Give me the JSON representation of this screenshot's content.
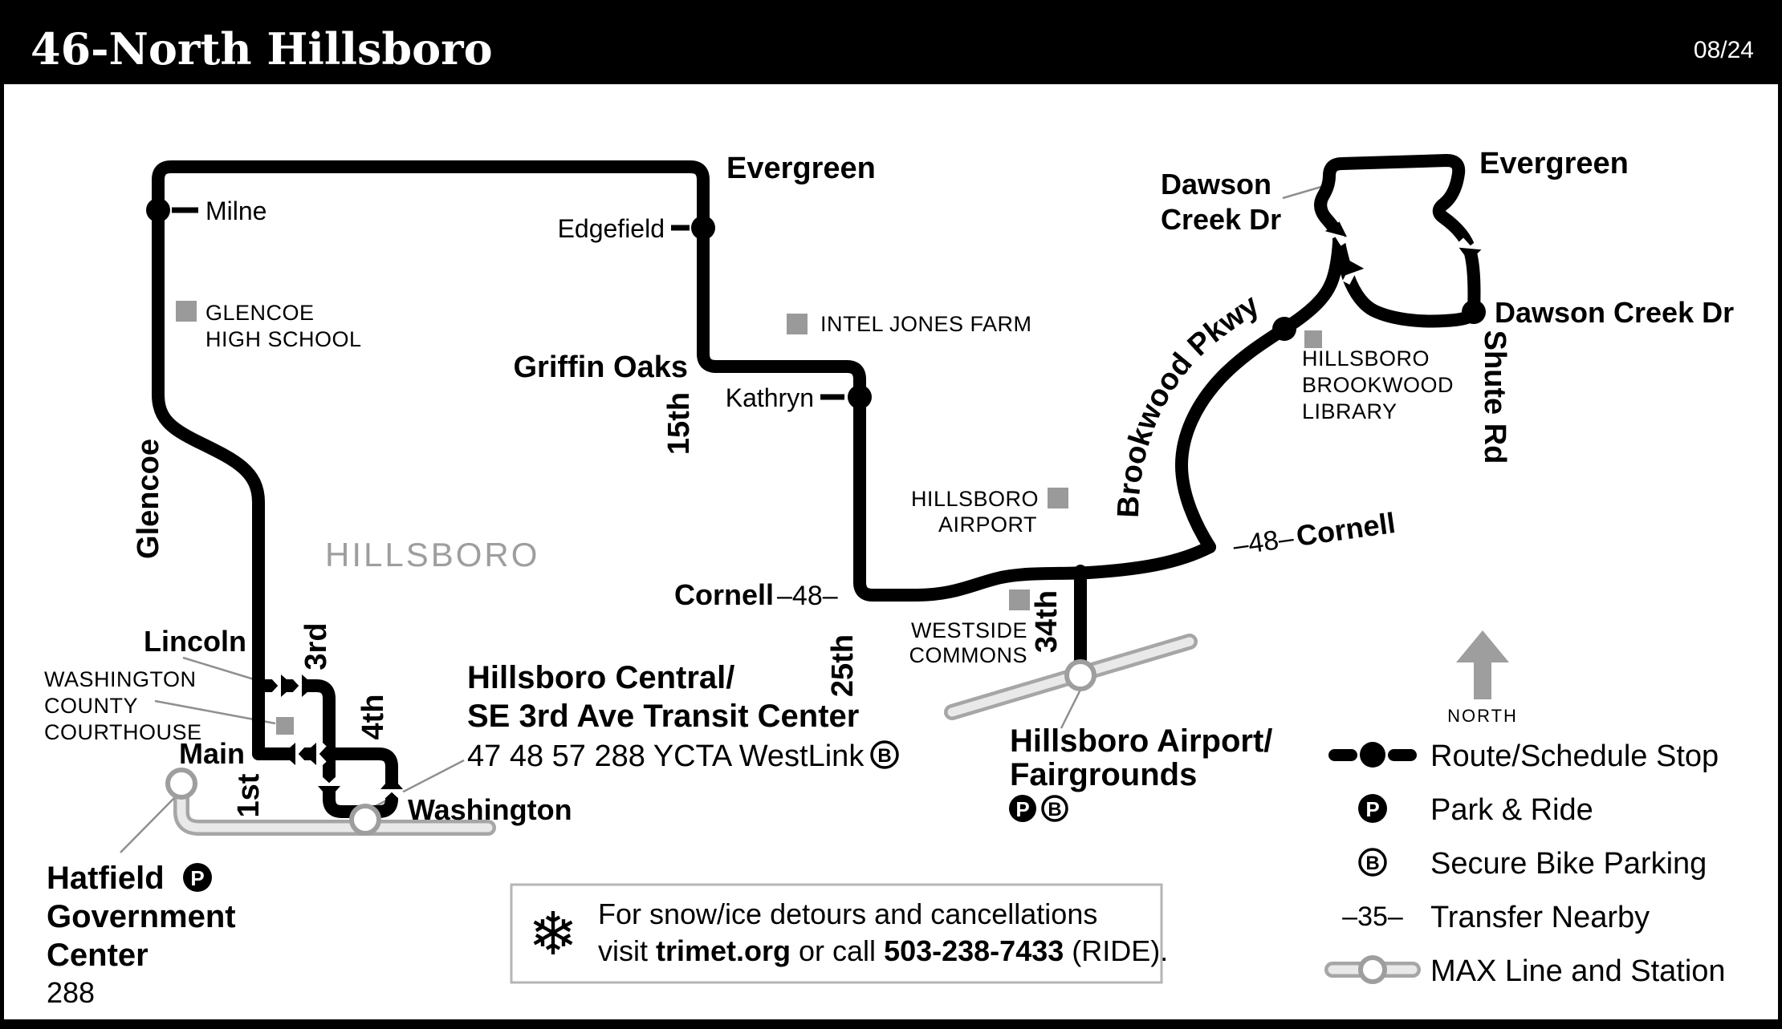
{
  "header": {
    "title": "46-North Hillsboro",
    "date": "08/24"
  },
  "city_label": "HILLSBORO",
  "stops": {
    "milne": "Milne",
    "edgefield": "Edgefield",
    "kathryn": "Kathryn"
  },
  "streets": {
    "evergreen_west": "Evergreen",
    "evergreen_east": "Evergreen",
    "glencoe": "Glencoe",
    "fifteenth": "15th",
    "twentyfifth": "25th",
    "thirtyfourth": "34th",
    "first": "1st",
    "third": "3rd",
    "fourth": "4th",
    "lincoln": "Lincoln",
    "main": "Main",
    "washington": "Washington",
    "griffin_oaks": "Griffin Oaks",
    "brookwood_pkwy": "Brookwood Pkwy",
    "shute_rd": "Shute Rd",
    "dawson_creek_line1": "Dawson",
    "dawson_creek_line2": "Creek Dr",
    "dawson_creek_stop": "Dawson Creek Dr",
    "cornell_west_name": "Cornell",
    "cornell_west_transfer": "–48–",
    "cornell_east_transfer": "–48–",
    "cornell_east_name": "Cornell"
  },
  "landmarks": {
    "glencoe_hs_line1": "GLENCOE",
    "glencoe_hs_line2": "HIGH SCHOOL",
    "intel": "INTEL JONES FARM",
    "airport_line1": "HILLSBORO",
    "airport_line2": "AIRPORT",
    "westside_line1": "WESTSIDE",
    "westside_line2": "COMMONS",
    "library_line1": "HILLSBORO",
    "library_line2": "BROOKWOOD",
    "library_line3": "LIBRARY",
    "courthouse_line1": "WASHINGTON",
    "courthouse_line2": "COUNTY",
    "courthouse_line3": "COURTHOUSE"
  },
  "places": {
    "transit_center_line1": "Hillsboro Central/",
    "transit_center_line2": "SE 3rd Ave Transit Center",
    "transit_center_routes": "47 48 57 288 YCTA WestLink",
    "hatfield_line1": "Hatfield",
    "hatfield_line2": "Government",
    "hatfield_line3": "Center",
    "hatfield_routes": "288",
    "fairgrounds_line1": "Hillsboro Airport/",
    "fairgrounds_line2": "Fairgrounds"
  },
  "legend": {
    "north": "NORTH",
    "rows": [
      {
        "label": "Route/Schedule Stop"
      },
      {
        "label": "Park & Ride"
      },
      {
        "label": "Secure Bike Parking"
      },
      {
        "label": "Transfer Nearby",
        "symbol": "–35–"
      },
      {
        "label": "MAX Line and Station"
      }
    ],
    "park_letter": "P",
    "bike_letter": "B"
  },
  "note": {
    "snowflake": "❄",
    "line1": "For snow/ice detours and cancellations",
    "line2_parts": [
      "visit ",
      "trimet.org",
      " or call ",
      "503-238-7433",
      " (RIDE)."
    ]
  },
  "colors": {
    "route": "#000000",
    "landmark_gray": "#9a9a9a",
    "max_fill": "#e9e9e9",
    "max_casing": "#a6a6a6",
    "city_gray": "#9e9e9e",
    "header_bg": "#000000"
  }
}
